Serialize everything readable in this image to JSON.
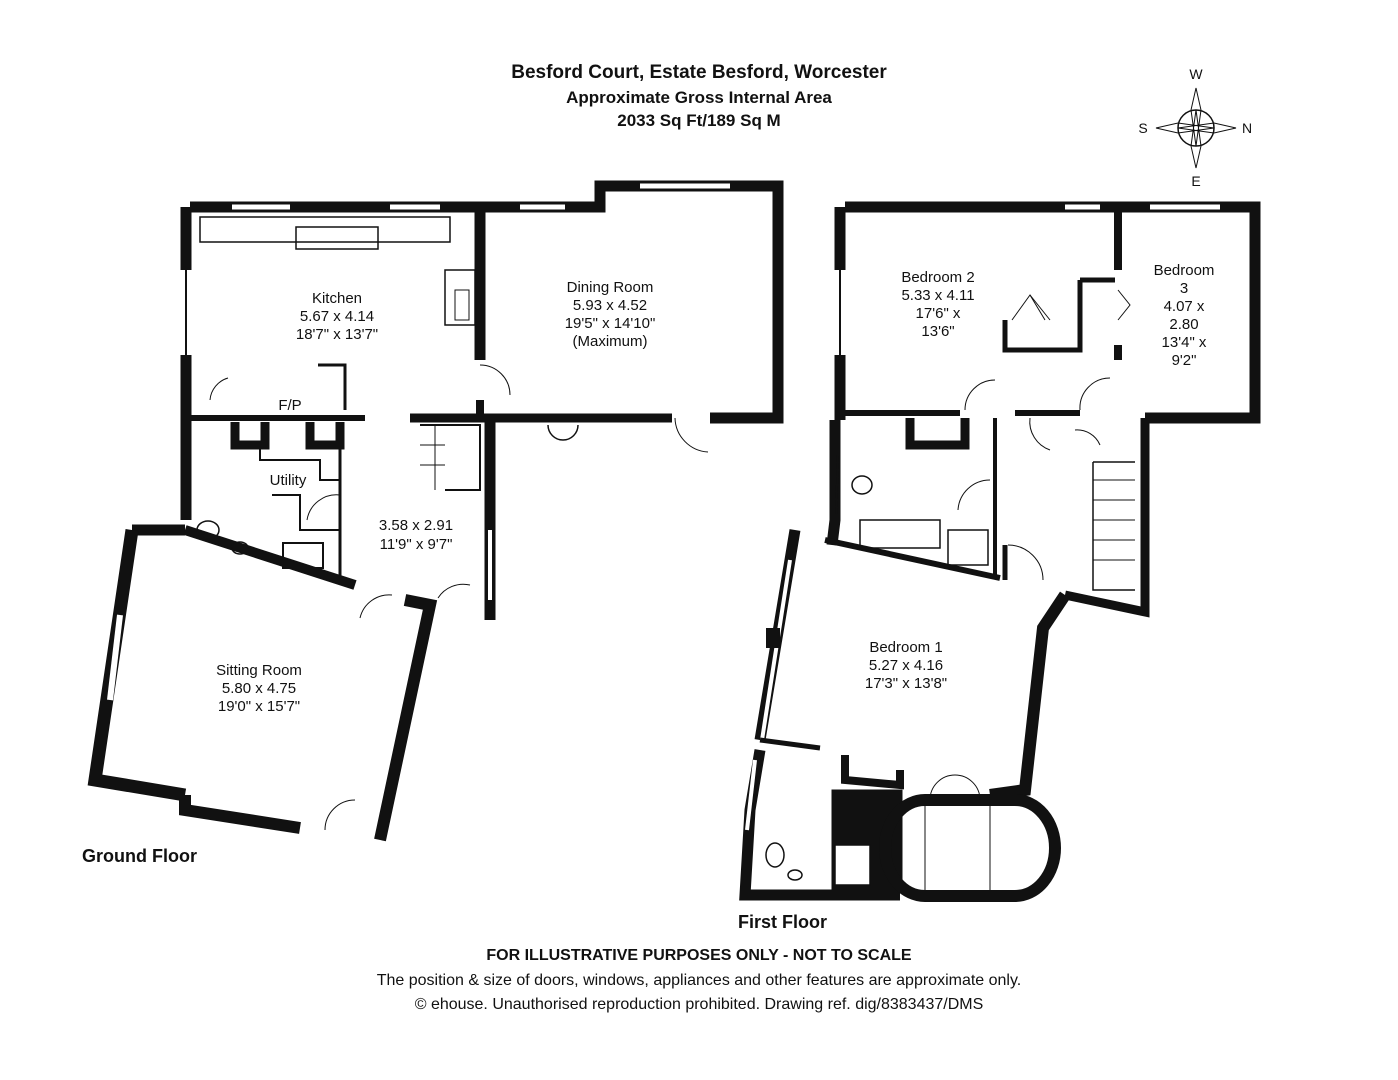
{
  "header": {
    "address": "Besford Court, Estate Besford, Worcester",
    "area_caption": "Approximate Gross Internal Area",
    "area_value": "2033 Sq Ft/189 Sq M"
  },
  "compass": {
    "top": "W",
    "left": "S",
    "right": "N",
    "bottom": "E"
  },
  "ground_floor": {
    "label": "Ground Floor",
    "kitchen": {
      "name": "Kitchen",
      "metric": "5.67 x 4.14",
      "imperial": "18'7\" x 13'7\""
    },
    "dining": {
      "name": "Dining Room",
      "metric": "5.93 x 4.52",
      "imperial": "19'5\" x 14'10\"",
      "note": "(Maximum)"
    },
    "fp": "F/P",
    "utility": {
      "name": "Utility"
    },
    "hall": {
      "metric": "3.58 x 2.91",
      "imperial": "11'9\" x 9'7\""
    },
    "sitting": {
      "name": "Sitting Room",
      "metric": "5.80 x 4.75",
      "imperial": "19'0\" x 15'7\""
    }
  },
  "first_floor": {
    "label": "First Floor",
    "bedroom2": {
      "name": "Bedroom 2",
      "metric": "5.33 x 4.11",
      "imperial_1": "17'6\" x",
      "imperial_2": "13'6\""
    },
    "bedroom3": {
      "name_1": "Bedroom",
      "name_2": "3",
      "metric_1": "4.07 x",
      "metric_2": "2.80",
      "imperial_1": "13'4\" x",
      "imperial_2": "9'2\""
    },
    "bedroom1": {
      "name": "Bedroom 1",
      "metric": "5.27 x 4.16",
      "imperial": "17'3\" x 13'8\""
    }
  },
  "footer": {
    "disclaimer": "FOR ILLUSTRATIVE PURPOSES ONLY - NOT TO SCALE",
    "note": "The position & size of doors, windows, appliances and other features are approximate only.",
    "copyright": "© ehouse. Unauthorised reproduction prohibited. Drawing ref. dig/8383437/DMS"
  },
  "colors": {
    "wall": "#111111",
    "window": "#ffffff",
    "fixture": "#555555"
  }
}
